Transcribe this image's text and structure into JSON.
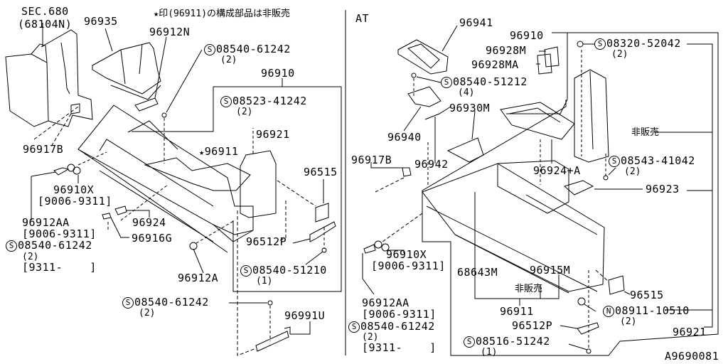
{
  "diagram": {
    "type": "exploded-parts-diagram",
    "figure_id": "A9690081",
    "note": {
      "star_glyph": "★",
      "text": "印(96911)の構成部品は非販売"
    },
    "sections": {
      "mt_left": {
        "labels": {
          "sec680": "SEC.680",
          "sec680_sub": "(68104N)",
          "p96935": "96935",
          "p96912N": "96912N",
          "s_61242_top": "08540-61242",
          "s_61242_top_qty": "(2)",
          "p96910": "96910",
          "s_41242": "08523-41242",
          "s_41242_qty": "(2)",
          "p96921": "96921",
          "p96911": "96911",
          "p96917B": "96917B",
          "p96515": "96515",
          "p96910X": "96910X",
          "p96910X_range": "[9006-9311]",
          "p96912AA": "96912AA",
          "p96912AA_range": "[9006-9311]",
          "s_61242_mid": "08540-61242",
          "s_61242_mid_qty": "(2)",
          "s_61242_mid_range": "[9311-    ]",
          "p96924": "96924",
          "p96916G": "96916G",
          "p96512P": "96512P",
          "p96912A": "96912A",
          "s_51210": "08540-51210",
          "s_51210_qty": "(1)",
          "s_61242_bot": "08540-61242",
          "s_61242_bot_qty": "(2)",
          "p96991U": "96991U"
        }
      },
      "at_right": {
        "title": "AT",
        "labels": {
          "p96941": "96941",
          "p96910": "96910",
          "p96928M": "96928M",
          "p96928MA": "96928MA",
          "s_52042": "08320-52042",
          "s_52042_qty": "(2)",
          "s_51212": "08540-51212",
          "s_51212_qty": "(4)",
          "p96930M": "96930M",
          "p96940": "96940",
          "p96942": "96942",
          "p96917B": "96917B",
          "not_for_sale_1": "非販売",
          "p96924A": "96924+A",
          "s_41042": "08543-41042",
          "s_41042_qty": "(2)",
          "p96923": "96923",
          "p96910X": "96910X",
          "p96910X_range": "[9006-9311]",
          "p96912AA": "96912AA",
          "p96912AA_range": "[9006-9311]",
          "s_61242": "08540-61242",
          "s_61242_qty": "(2)",
          "s_61242_range": "[9311-    ]",
          "p68643M": "68643M",
          "p96915M": "96915M",
          "not_for_sale_2": "非販売",
          "p96911": "96911",
          "p96515": "96515",
          "n_10510": "08911-10510",
          "n_10510_qty": "(2)",
          "p96512P": "96512P",
          "s_51242": "08516-51242",
          "s_51242_qty": "(1)",
          "p96921": "96921"
        }
      }
    },
    "symbols": {
      "screw": "S",
      "nut": "N"
    }
  }
}
